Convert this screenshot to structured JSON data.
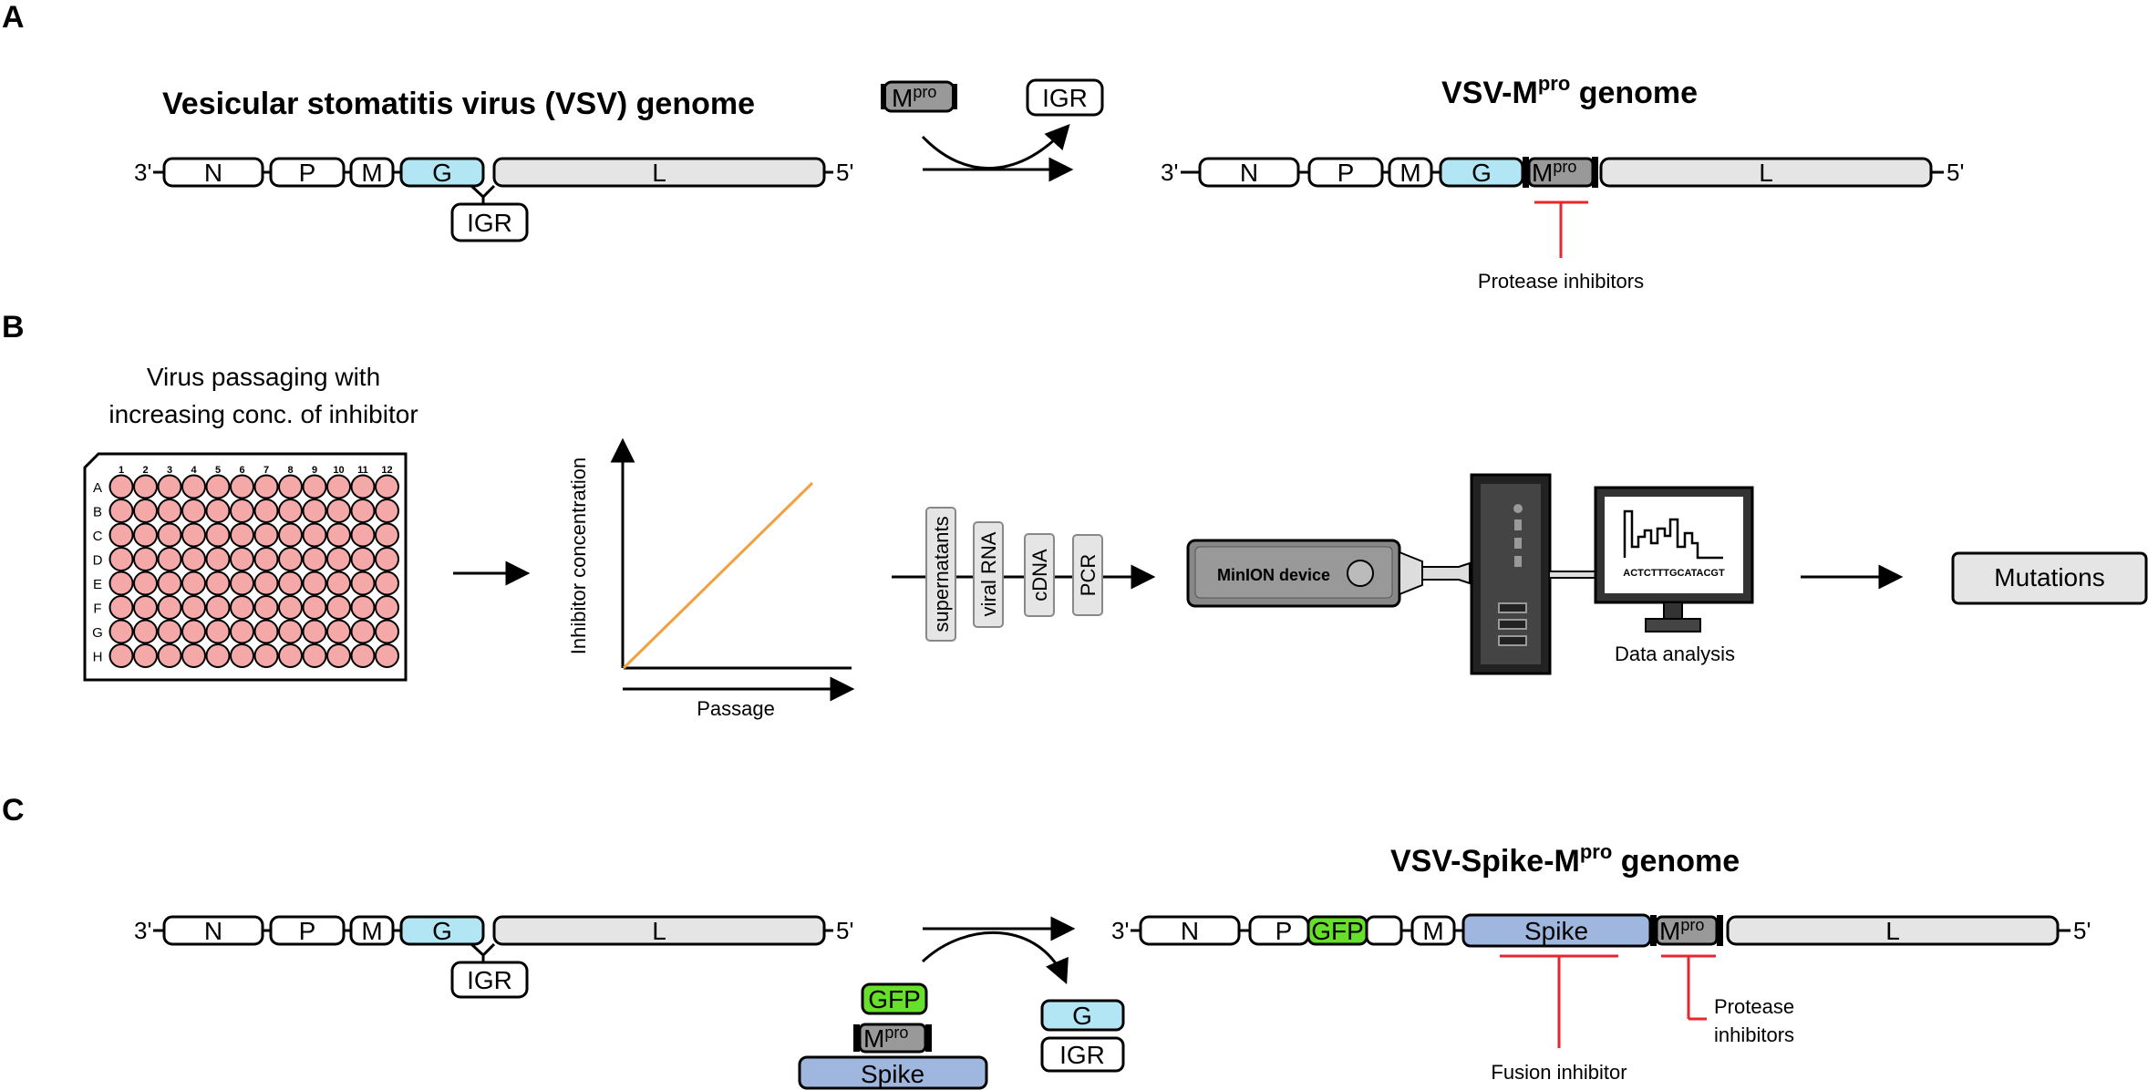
{
  "panels": {
    "a": "A",
    "b": "B",
    "c": "C"
  },
  "panel_a": {
    "left_title": "Vesicular stomatitis virus (VSV) genome",
    "right_title_main": "VSV-M",
    "right_title_sup": "pro",
    "right_title_tail": " genome",
    "genes": {
      "n": "N",
      "p": "P",
      "m": "M",
      "g": "G",
      "l": "L"
    },
    "ends": {
      "three": "3'",
      "five": "5'"
    },
    "igr": "IGR",
    "mpro_main": "M",
    "mpro_sup": "pro",
    "inhibitors": "Protease inhibitors"
  },
  "panel_b": {
    "passaging_line1": "Virus passaging with",
    "passaging_line2": "increasing conc. of inhibitor",
    "plate_cols": [
      "1",
      "2",
      "3",
      "4",
      "5",
      "6",
      "7",
      "8",
      "9",
      "10",
      "11",
      "12"
    ],
    "plate_rows": [
      "A",
      "B",
      "C",
      "D",
      "E",
      "F",
      "G",
      "H"
    ],
    "y_axis": "Inhibitor concentration",
    "x_axis": "Passage",
    "steps": [
      "supernatants",
      "viral RNA",
      "cDNA",
      "PCR"
    ],
    "device": "MinION device",
    "sequence": "ACTCTTTGCATACGT",
    "analysis": "Data analysis",
    "result": "Mutations"
  },
  "panel_c": {
    "right_title_main": "VSV-Spike-M",
    "right_title_sup": "pro",
    "right_title_tail": " genome",
    "gfp": "GFP",
    "spike": "Spike",
    "g": "G",
    "igr": "IGR",
    "fusion_inhibitor": "Fusion inhibitor",
    "protease_line1": "Protease",
    "protease_line2": "inhibitors"
  },
  "colors": {
    "g_fill": "#b3e6f5",
    "l_fill": "#e5e5e5",
    "mpro_fill": "#999999",
    "gfp_fill": "#66e02a",
    "spike_fill": "#9fb7de",
    "well_fill": "#f4a8a8",
    "line_orange": "#f2a040",
    "inhibitor_red": "#e8262b"
  }
}
